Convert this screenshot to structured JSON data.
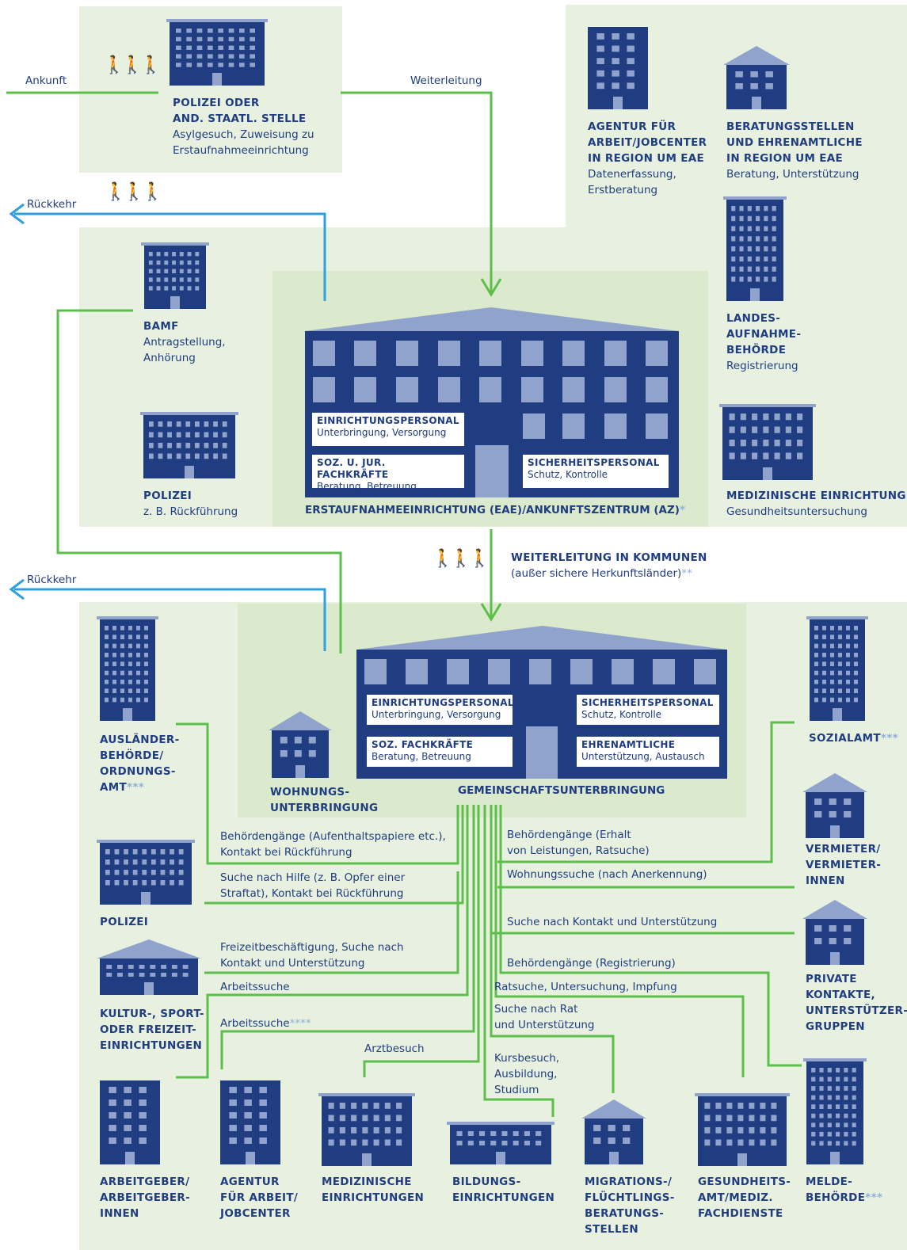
{
  "arrival": {
    "label": "Ankunft",
    "forward": "Weiterleitung",
    "return1": "Rückkehr",
    "return2": "Rückkehr"
  },
  "police_top": {
    "title1": "POLIZEI ODER",
    "title2": "AND. STAATL. STELLE",
    "desc1": "Asylgesuch, Zuweisung zu",
    "desc2": "Erstaufnahmeeinrichtung"
  },
  "agentur_top": {
    "title1": "AGENTUR FÜR",
    "title2": "ARBEIT/JOBCENTER",
    "title3": "IN REGION UM EAE",
    "desc1": "Datenerfassung,",
    "desc2": "Erstberatung"
  },
  "beratung_top": {
    "title1": "BERATUNGSSTELLEN",
    "title2": "UND EHRENAMTLICHE",
    "title3": "IN REGION UM EAE",
    "desc1": "Beratung, Unterstützung"
  },
  "landes": {
    "title1": "LANDES-",
    "title2": "AUFNAHME-",
    "title3": "BEHÖRDE",
    "desc1": "Registrierung"
  },
  "med_top": {
    "title1": "MEDIZINISCHE EINRICHTUNG",
    "desc1": "Gesundheitsuntersuchung"
  },
  "bamf": {
    "title1": "BAMF",
    "desc1": "Antragstellung,",
    "desc2": "Anhörung"
  },
  "polizei_mid": {
    "title1": "POLIZEI",
    "desc1": "z. B. Rückführung"
  },
  "eae": {
    "caption": "ERSTAUFNAHMEEINRICHTUNG (EAE)/ANKUNFTSZENTRUM (AZ)",
    "caption_sup": "*",
    "box1_h": "EINRICHTUNGSPERSONAL",
    "box1_d": "Unterbringung, Versorgung",
    "box2_h": "SOZ. U. JUR. FACHKRÄFTE",
    "box2_d": "Beratung, Betreuung",
    "box3_h": "SICHERHEITSPERSONAL",
    "box3_d": "Schutz, Kontrolle"
  },
  "forward_kommunen": {
    "h": "WEITERLEITUNG IN KOMMUNEN",
    "d": "(außer sichere Herkunftsländer)",
    "sup": "**"
  },
  "gu": {
    "caption": "GEMEINSCHAFTSUNTERBRINGUNG",
    "box1_h": "EINRICHTUNGSPERSONAL",
    "box1_d": "Unterbringung, Versorgung",
    "box2_h": "SOZ. FACHKRÄFTE",
    "box2_d": "Beratung, Betreuung",
    "box3_h": "SICHERHEITSPERSONAL",
    "box3_d": "Schutz, Kontrolle",
    "box4_h": "EHRENAMTLICHE",
    "box4_d": "Unterstützung, Austausch"
  },
  "wohnung": {
    "title1": "WOHNUNGS-",
    "title2": "UNTERBRINGUNG"
  },
  "auslaender": {
    "title1": "AUSLÄNDER-",
    "title2": "BEHÖRDE/",
    "title3": "ORDNUNGS-",
    "title4": "AMT",
    "sup": "***"
  },
  "polizei_low": {
    "title1": "POLIZEI"
  },
  "kultur": {
    "title1": "KULTUR-, SPORT-",
    "title2": "ODER FREIZEIT-",
    "title3": "EINRICHTUNGEN"
  },
  "sozialamt": {
    "title1": "SOZIALAMT",
    "sup": "***"
  },
  "vermieter": {
    "title1": "VERMIETER/",
    "title2": "VERMIETER-",
    "title3": "INNEN"
  },
  "private": {
    "title1": "PRIVATE",
    "title2": "KONTAKTE,",
    "title3": "UNTERSTÜTZER-",
    "title4": "GRUPPEN"
  },
  "bottom": {
    "arbeitgeber": [
      "ARBEITGEBER/",
      "ARBEITGEBER-",
      "INNEN"
    ],
    "agentur": [
      "AGENTUR",
      "FÜR ARBEIT/",
      "JOBCENTER"
    ],
    "medizin": [
      "MEDIZINISCHE",
      "EINRICHTUNGEN"
    ],
    "bildung": [
      "BILDUNGS-",
      "EINRICHTUNGEN"
    ],
    "migration": [
      "MIGRATIONS-/",
      "FLÜCHTLINGS-",
      "BERATUNGS-",
      "STELLEN"
    ],
    "gesundheit": [
      "GESUNDHEITS-",
      "AMT/MEDIZ.",
      "FACHDIENSTE"
    ],
    "melde": [
      "MELDE-",
      "BEHÖRDE"
    ],
    "melde_sup": "***"
  },
  "edges": {
    "e1a": "Behördengänge (Aufenthaltspapiere etc.),",
    "e1b": "Kontakt bei Rückführung",
    "e2a": "Suche nach Hilfe (z. B. Opfer einer",
    "e2b": "Straftat), Kontakt bei Rückführung",
    "e3a": "Freizeitbeschäftigung, Suche nach",
    "e3b": "Kontakt und Unterstützung",
    "e4": "Arbeitssuche",
    "e5": "Arbeitssuche",
    "e5sup": "****",
    "e6": "Arztbesuch",
    "e7a": "Kursbesuch,",
    "e7b": "Ausbildung,",
    "e7c": "Studium",
    "e8a": "Suche nach Rat",
    "e8b": "und Unterstützung",
    "e9": "Ratsuche, Untersuchung, Impfung",
    "e10": "Behördengänge (Registrierung)",
    "e11": "Suche nach Kontakt und Unterstützung",
    "e12": "Wohnungssuche (nach Anerkennung)",
    "e13a": "Behördengänge (Erhalt",
    "e13b": "von Leistungen, Ratsuche)"
  },
  "colors": {
    "green_line": "#5bbf4a",
    "blue_line": "#2f9fe0",
    "navy": "#1f3d80",
    "window": "#8fa3cc",
    "zone": "#e8f1e0"
  }
}
